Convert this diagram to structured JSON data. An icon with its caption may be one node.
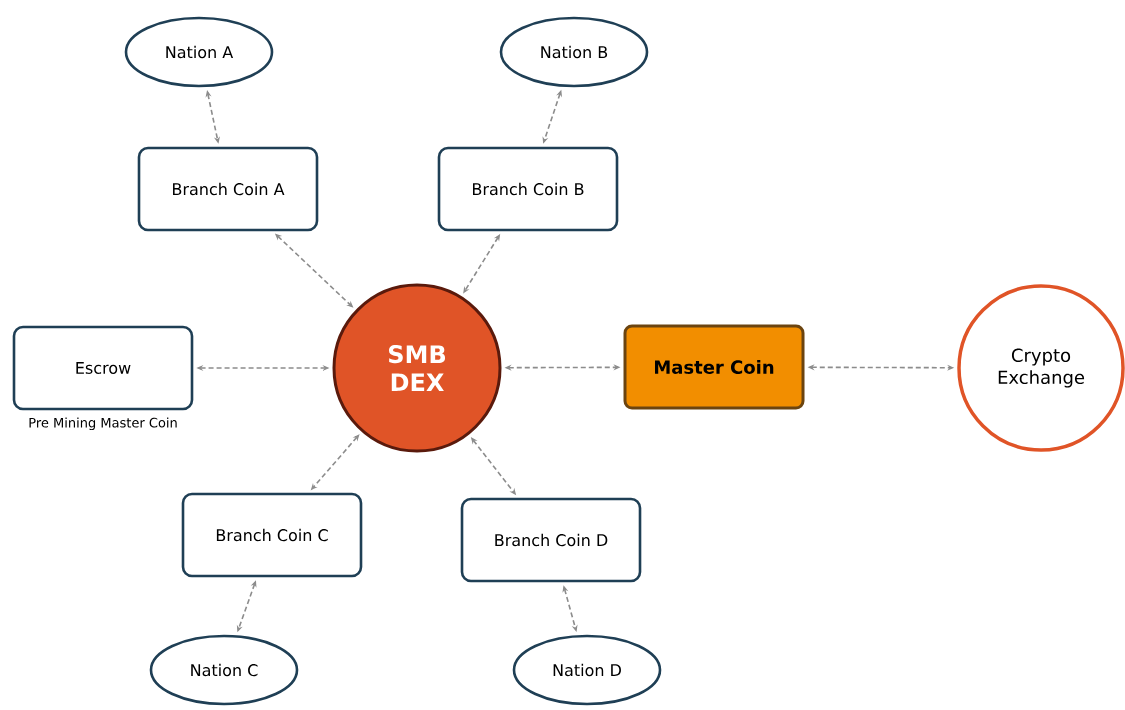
{
  "diagram": {
    "nodes": [
      {
        "text": [
          "Nation A"
        ]
      },
      {
        "text": [
          "Nation B"
        ]
      },
      {
        "text": [
          "Branch Coin A"
        ]
      },
      {
        "text": [
          "Branch Coin B"
        ]
      },
      {
        "text": [
          "Escrow"
        ],
        "beside": [
          "Pre Mining Master Coin"
        ]
      },
      {
        "text": [
          "SMB DEX"
        ]
      },
      {
        "text": [
          "Master Coin"
        ]
      },
      {
        "text": [
          "Crypto Exchange"
        ]
      },
      {
        "text": [
          "Branch Coin C"
        ]
      },
      {
        "text": [
          "Branch Coin D"
        ]
      },
      {
        "text": [
          "Nation C"
        ]
      },
      {
        "text": [
          "Nation D"
        ]
      }
    ],
    "edges": [
      {
        "from": 0,
        "to": 2,
        "arrow": "both",
        "style": "dashed"
      },
      {
        "from": 1,
        "to": 3,
        "arrow": "both",
        "style": "dashed"
      },
      {
        "from": 2,
        "to": 5,
        "arrow": "both",
        "style": "dashed"
      },
      {
        "from": 3,
        "to": 5,
        "arrow": "both",
        "style": "dashed"
      },
      {
        "from": 4,
        "to": 5,
        "arrow": "both",
        "style": "dashed"
      },
      {
        "from": 5,
        "to": 6,
        "arrow": "both",
        "style": "dashed"
      },
      {
        "from": 6,
        "to": 7,
        "arrow": "both",
        "style": "dashed"
      },
      {
        "from": 5,
        "to": 8,
        "arrow": "both",
        "style": "dashed"
      },
      {
        "from": 5,
        "to": 9,
        "arrow": "both",
        "style": "dashed"
      },
      {
        "from": 8,
        "to": 10,
        "arrow": "both",
        "style": "dashed"
      },
      {
        "from": 9,
        "to": 11,
        "arrow": "both",
        "style": "dashed"
      }
    ]
  }
}
